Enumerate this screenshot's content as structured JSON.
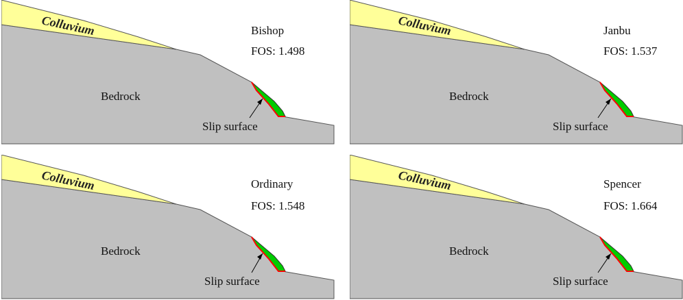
{
  "panels": [
    {
      "method": "Bishop",
      "fos_label": "FOS: 1.498",
      "fos": 1.498,
      "colluvium_label": "Colluvium",
      "bedrock_label": "Bedrock",
      "slip_label": "Slip surface"
    },
    {
      "method": "Janbu",
      "fos_label": "FOS: 1.537",
      "fos": 1.537,
      "colluvium_label": "Colluvium",
      "bedrock_label": "Bedrock",
      "slip_label": "Slip surface"
    },
    {
      "method": "Ordinary",
      "fos_label": "FOS: 1.548",
      "fos": 1.548,
      "colluvium_label": "Colluvium",
      "bedrock_label": "Bedrock",
      "slip_label": "Slip surface"
    },
    {
      "method": "Spencer",
      "fos_label": "FOS: 1.664",
      "fos": 1.664,
      "colluvium_label": "Colluvium",
      "bedrock_label": "Bedrock",
      "slip_label": "Slip surface"
    }
  ],
  "colors": {
    "bedrock": "#c0c0c0",
    "colluvium": "#ffff99",
    "sliding_mass": "#00cc00",
    "slip_surface": "#ff0000",
    "outline": "#555555"
  }
}
